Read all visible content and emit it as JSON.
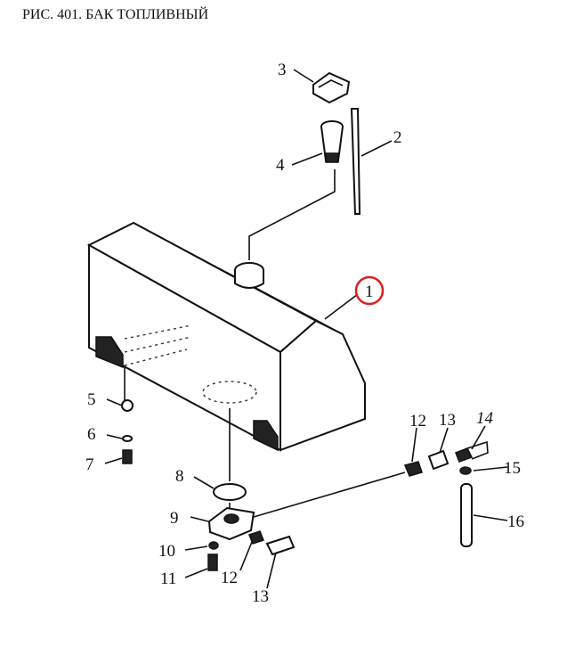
{
  "title": "РИС. 401. БАК ТОПЛИВНЫЙ",
  "highlight_color": "#d62020",
  "callouts": [
    {
      "id": "1",
      "text": "1"
    },
    {
      "id": "2",
      "text": "2"
    },
    {
      "id": "3",
      "text": "3"
    },
    {
      "id": "4",
      "text": "4"
    },
    {
      "id": "5",
      "text": "5"
    },
    {
      "id": "6",
      "text": "6"
    },
    {
      "id": "7",
      "text": "7"
    },
    {
      "id": "8",
      "text": "8"
    },
    {
      "id": "9",
      "text": "9"
    },
    {
      "id": "10",
      "text": "10"
    },
    {
      "id": "11",
      "text": "11"
    },
    {
      "id": "12a",
      "text": "12"
    },
    {
      "id": "13a",
      "text": "13"
    },
    {
      "id": "12b",
      "text": "12"
    },
    {
      "id": "13b",
      "text": "13"
    },
    {
      "id": "14",
      "text": "14"
    },
    {
      "id": "15",
      "text": "15"
    },
    {
      "id": "16",
      "text": "16"
    }
  ]
}
